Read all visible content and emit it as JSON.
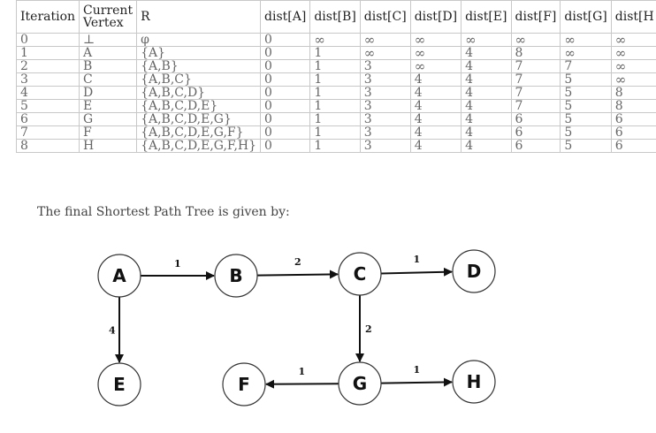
{
  "table": {
    "headers": [
      "Iteration",
      "Current Vertex",
      "R",
      "dist[A]",
      "dist[B]",
      "dist[C]",
      "dist[D]",
      "dist[E]",
      "dist[F]",
      "dist[G]",
      "dist[H"
    ],
    "rows": [
      [
        "0",
        "⊥",
        "φ",
        "0",
        "∞",
        "∞",
        "∞",
        "∞",
        "∞",
        "∞",
        "∞"
      ],
      [
        "1",
        "A",
        "{A}",
        "0",
        "1",
        "∞",
        "∞",
        "4",
        "8",
        "∞",
        "∞"
      ],
      [
        "2",
        "B",
        "{A,B}",
        "0",
        "1",
        "3",
        "∞",
        "4",
        "7",
        "7",
        "∞"
      ],
      [
        "3",
        "C",
        "{A,B,C}",
        "0",
        "1",
        "3",
        "4",
        "4",
        "7",
        "5",
        "∞"
      ],
      [
        "4",
        "D",
        "{A,B,C,D}",
        "0",
        "1",
        "3",
        "4",
        "4",
        "7",
        "5",
        "8"
      ],
      [
        "5",
        "E",
        "{A,B,C,D,E}",
        "0",
        "1",
        "3",
        "4",
        "4",
        "7",
        "5",
        "8"
      ],
      [
        "6",
        "G",
        "{A,B,C,D,E,G}",
        "0",
        "1",
        "3",
        "4",
        "4",
        "6",
        "5",
        "6"
      ],
      [
        "7",
        "F",
        "{A,B,C,D,E,G,F}",
        "0",
        "1",
        "3",
        "4",
        "4",
        "6",
        "5",
        "6"
      ],
      [
        "8",
        "H",
        "{A,B,C,D,E,G,F,H}",
        "0",
        "1",
        "3",
        "4",
        "4",
        "6",
        "5",
        "6"
      ]
    ]
  },
  "caption": "The final Shortest Path Tree is given by:",
  "graph": {
    "nodes": [
      "A",
      "B",
      "C",
      "D",
      "E",
      "F",
      "G",
      "H"
    ],
    "edges": [
      {
        "from": "A",
        "to": "B",
        "weight": "1"
      },
      {
        "from": "B",
        "to": "C",
        "weight": "2"
      },
      {
        "from": "C",
        "to": "D",
        "weight": "1"
      },
      {
        "from": "A",
        "to": "E",
        "weight": "4"
      },
      {
        "from": "C",
        "to": "G",
        "weight": "2"
      },
      {
        "from": "G",
        "to": "F",
        "weight": "1"
      },
      {
        "from": "G",
        "to": "H",
        "weight": "1"
      }
    ]
  }
}
